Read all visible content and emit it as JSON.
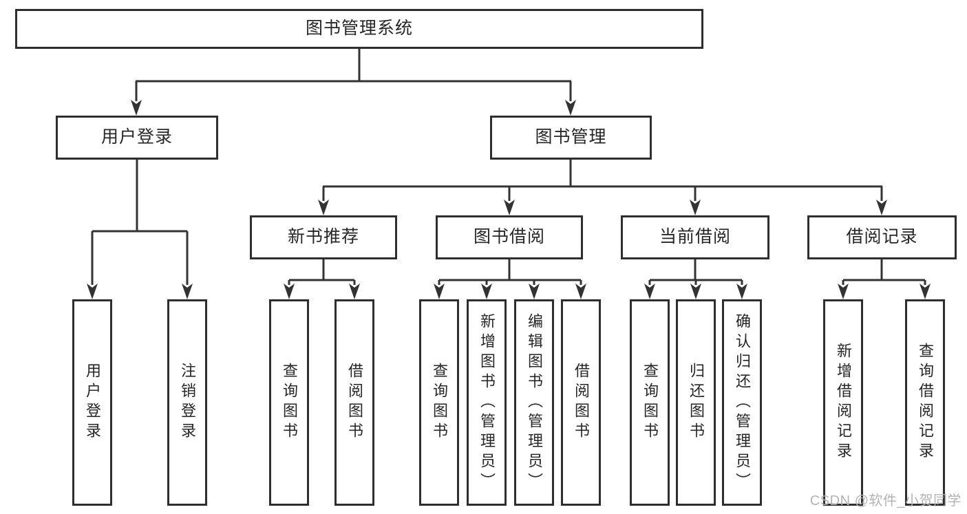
{
  "tree": {
    "label": "图书管理系统",
    "children": [
      {
        "label": "用户登录",
        "children": [
          {
            "label": "用户登录"
          },
          {
            "label": "注销登录"
          }
        ]
      },
      {
        "label": "图书管理",
        "children": [
          {
            "label": "新书推荐",
            "children": [
              {
                "label": "查询图书"
              },
              {
                "label": "借阅图书"
              }
            ]
          },
          {
            "label": "图书借阅",
            "children": [
              {
                "label": "查询图书"
              },
              {
                "label": "新增图书（管理员）"
              },
              {
                "label": "编辑图书（管理员）"
              },
              {
                "label": "借阅图书"
              }
            ]
          },
          {
            "label": "当前借阅",
            "children": [
              {
                "label": "查询图书"
              },
              {
                "label": "归还图书"
              },
              {
                "label": "确认归还（管理员）"
              }
            ]
          },
          {
            "label": "借阅记录",
            "children": [
              {
                "label": "新增借阅记录"
              },
              {
                "label": "查询借阅记录"
              }
            ]
          }
        ]
      }
    ]
  },
  "watermark": {
    "text": "CSDN @软件_小贺同学"
  },
  "colors": {
    "line": "#333333",
    "border": "#2e2e2e",
    "text": "#262626",
    "watermark": "#b3b3b3",
    "background": "#ffffff"
  }
}
